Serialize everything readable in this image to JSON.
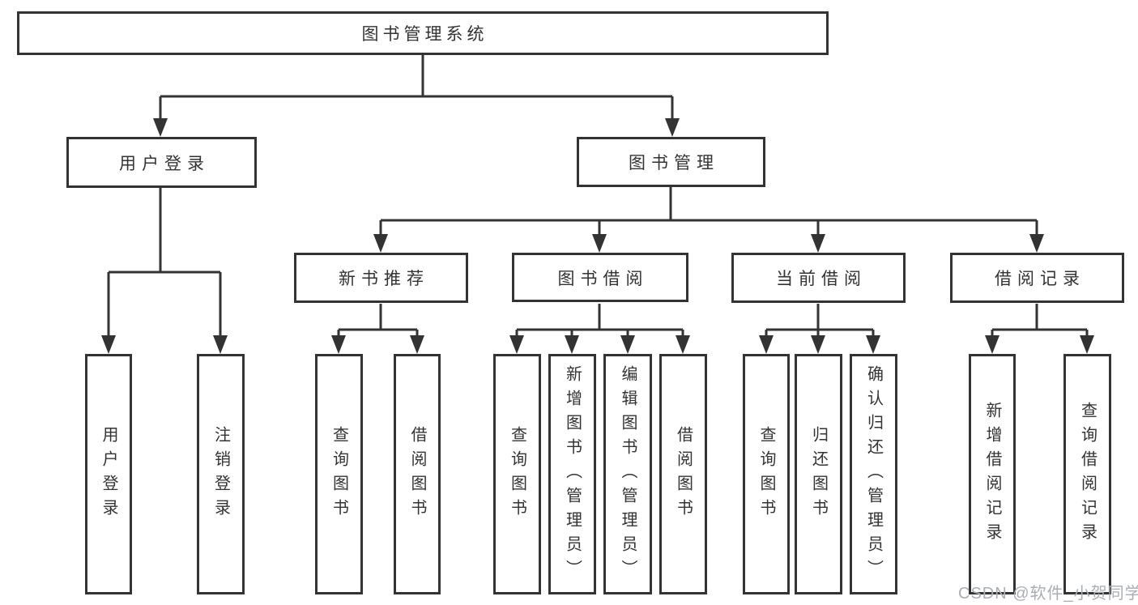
{
  "tree": {
    "root": {
      "label": "图书管理系统"
    },
    "branches": [
      {
        "label": "用户登录",
        "children": [
          {
            "label": "用户登录"
          },
          {
            "label": "注销登录"
          }
        ]
      },
      {
        "label": "图书管理",
        "children": [
          {
            "label": "新书推荐",
            "children": [
              {
                "label": "查询图书"
              },
              {
                "label": "借阅图书"
              }
            ]
          },
          {
            "label": "图书借阅",
            "children": [
              {
                "label": "查询图书"
              },
              {
                "label": "新增图书（管理员）"
              },
              {
                "label": "编辑图书（管理员）"
              },
              {
                "label": "借阅图书"
              }
            ]
          },
          {
            "label": "当前借阅",
            "children": [
              {
                "label": "查询图书"
              },
              {
                "label": "归还图书"
              },
              {
                "label": "确认归还（管理员）"
              }
            ]
          },
          {
            "label": "借阅记录",
            "children": [
              {
                "label": "新增借阅记录"
              },
              {
                "label": "查询借阅记录"
              }
            ]
          }
        ]
      }
    ]
  },
  "watermark": "CSDN @软件_小贺同学",
  "colors": {
    "line": "#333333",
    "text": "#333333",
    "box_background": "#ffffff",
    "watermark": "#a9aeb6",
    "background": "#ffffff"
  }
}
